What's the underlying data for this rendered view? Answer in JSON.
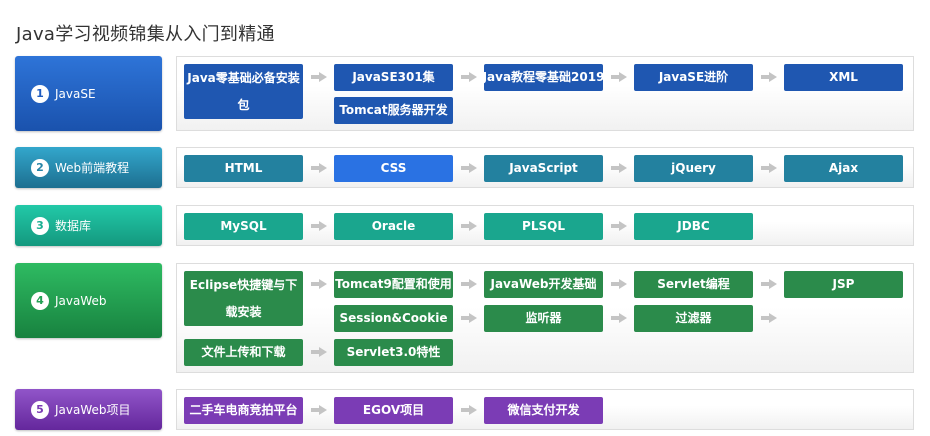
{
  "title": "Java学习视频锦集从入门到精通",
  "stages": [
    {
      "number": "1",
      "name": "JavaSE",
      "items": [
        "Java零基础必备安装包",
        "JavaSE301集",
        "Java教程零基础2019",
        "JavaSE进阶",
        "XML",
        "Tomcat服务器开发"
      ]
    },
    {
      "number": "2",
      "name": "Web前端教程",
      "items": [
        "HTML",
        "CSS",
        "JavaScript",
        "jQuery",
        "Ajax"
      ]
    },
    {
      "number": "3",
      "name": "数据库",
      "items": [
        "MySQL",
        "Oracle",
        "PLSQL",
        "JDBC"
      ]
    },
    {
      "number": "4",
      "name": "JavaWeb",
      "items": [
        "Eclipse快捷键与下载安装",
        "Tomcat9配置和使用",
        "JavaWeb开发基础",
        "Servlet编程",
        "JSP",
        "Session&Cookie",
        "监听器",
        "过滤器",
        "文件上传和下载",
        "Servlet3.0特性"
      ]
    },
    {
      "number": "5",
      "name": "JavaWeb项目",
      "items": [
        "二手车电商竞拍平台",
        "EGOV项目",
        "微信支付开发"
      ]
    }
  ],
  "colors": {
    "stage1": "#1f5cc0",
    "stage2": "#2584a7",
    "stage3": "#1aaf92",
    "stage4": "#23a054",
    "stage5": "#7a3bb4",
    "chip1": "#1f57b1",
    "chip1_highlight": "#2a72e3",
    "chip2": "#23819f",
    "chip2_highlight": "#2a72e3",
    "chip3": "#1aa68e",
    "chip4": "#2b8b4b",
    "chip5": "#7b3cb5",
    "arrow": "#c4c4c4"
  }
}
